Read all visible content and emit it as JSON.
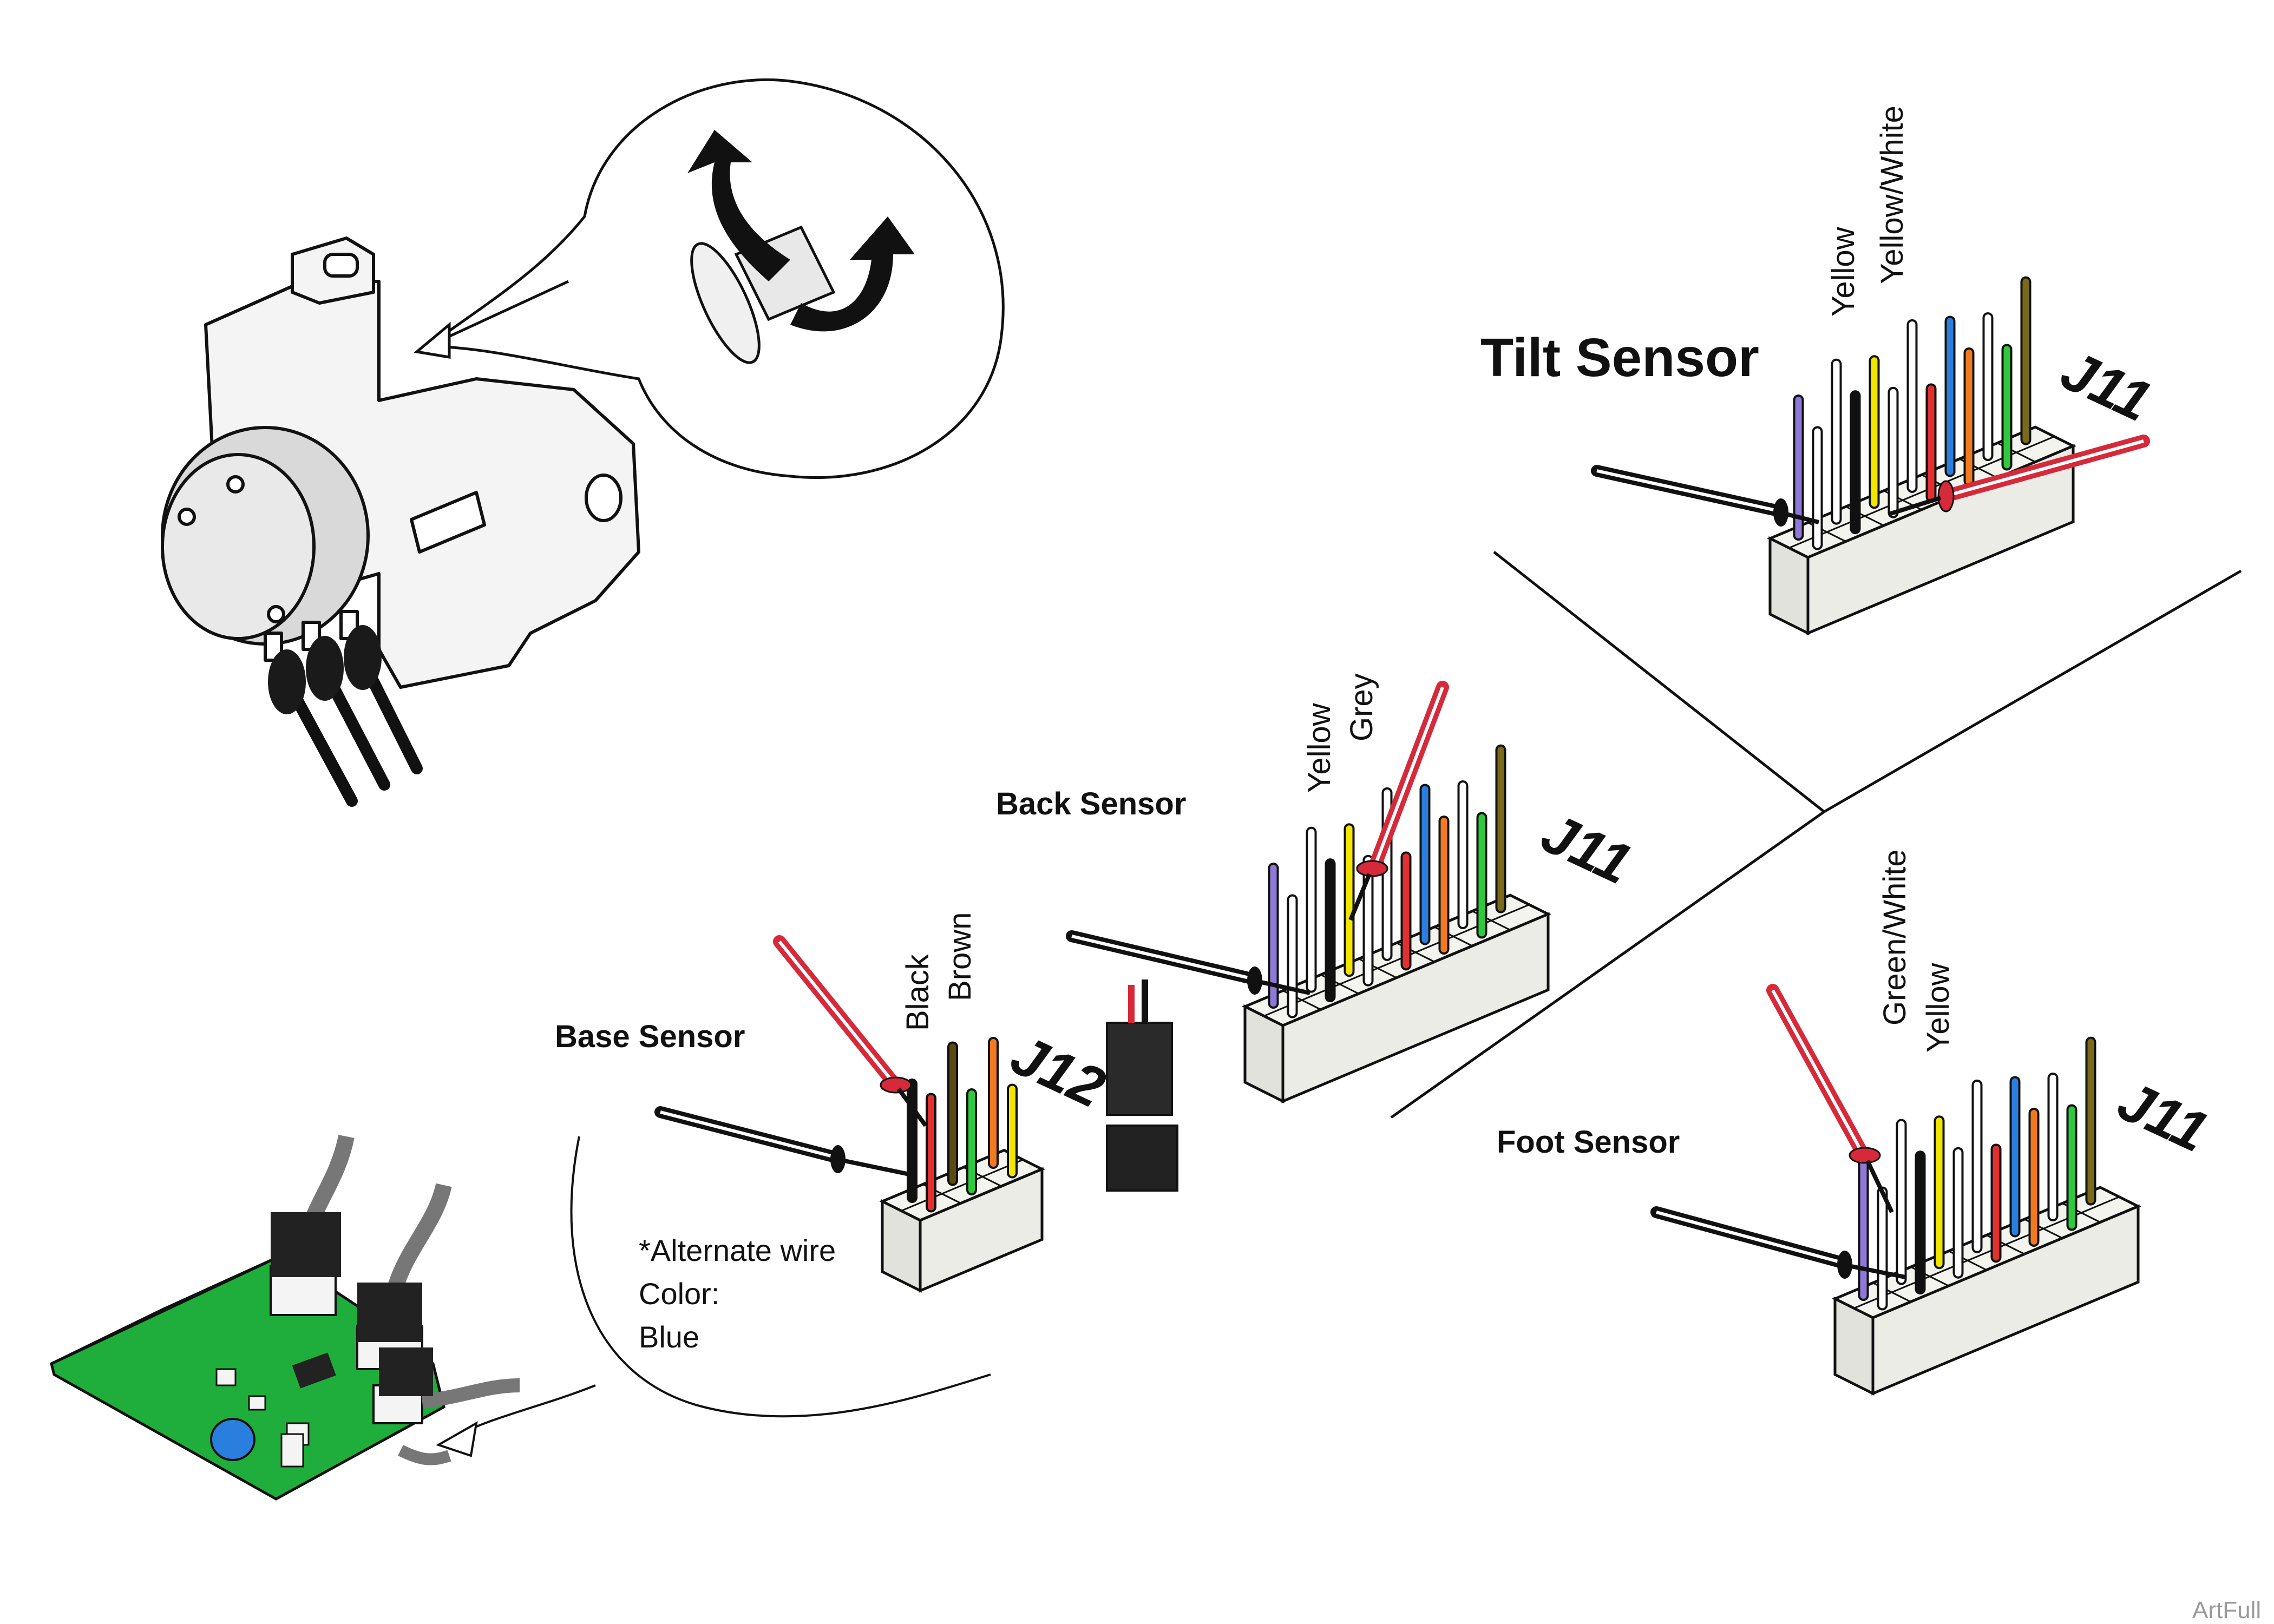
{
  "labels": {
    "tilt_sensor": "Tilt Sensor",
    "back_sensor": "Back Sensor",
    "base_sensor": "Base Sensor",
    "foot_sensor": "Foot Sensor"
  },
  "connectors": {
    "tilt": "J11",
    "back": "J11",
    "base": "J12",
    "foot": "J11"
  },
  "wire_labels": {
    "tilt": [
      "Yellow",
      "Yellow/White"
    ],
    "back": [
      "Yellow",
      "Grey"
    ],
    "base": [
      "Black",
      "Brown"
    ],
    "foot": [
      "Green/White",
      "Yellow"
    ]
  },
  "note": {
    "line1": "*Alternate wire",
    "line2": "Color:",
    "line3": "Blue"
  },
  "watermark": "ArtFull",
  "colors": {
    "outline": "#111111",
    "board_green": "#1fae3b",
    "probe_red": "#d62a3a",
    "probe_black": "#1b1b1b",
    "housing": "#efefea",
    "sensor_body": "#e6e6e6"
  },
  "wire_colors": {
    "tilt": [
      "#8e79d8",
      "#ffffff",
      "#f2e600",
      "#ffffff",
      "#2a7fde",
      "#ffffff",
      "#7a6a1a",
      "#ffffff",
      "#111111",
      "#ffffff",
      "#e23030",
      "#f07a20",
      "#2ec93c"
    ],
    "back": [
      "#8e79d8",
      "#ffffff",
      "#f2e600",
      "#ffffff",
      "#2a7fde",
      "#ffffff",
      "#7a6a1a",
      "#ffffff",
      "#111111",
      "#ffffff",
      "#e23030",
      "#f07a20",
      "#2ec93c"
    ],
    "foot": [
      "#8e79d8",
      "#ffffff",
      "#f2e600",
      "#ffffff",
      "#2a7fde",
      "#ffffff",
      "#7a6a1a",
      "#ffffff",
      "#111111",
      "#ffffff",
      "#e23030",
      "#f07a20",
      "#2ec93c"
    ],
    "base": [
      "#111111",
      "#5b4a12",
      "#f07a20",
      "#e23030",
      "#2ec93c",
      "#f2e600"
    ]
  }
}
